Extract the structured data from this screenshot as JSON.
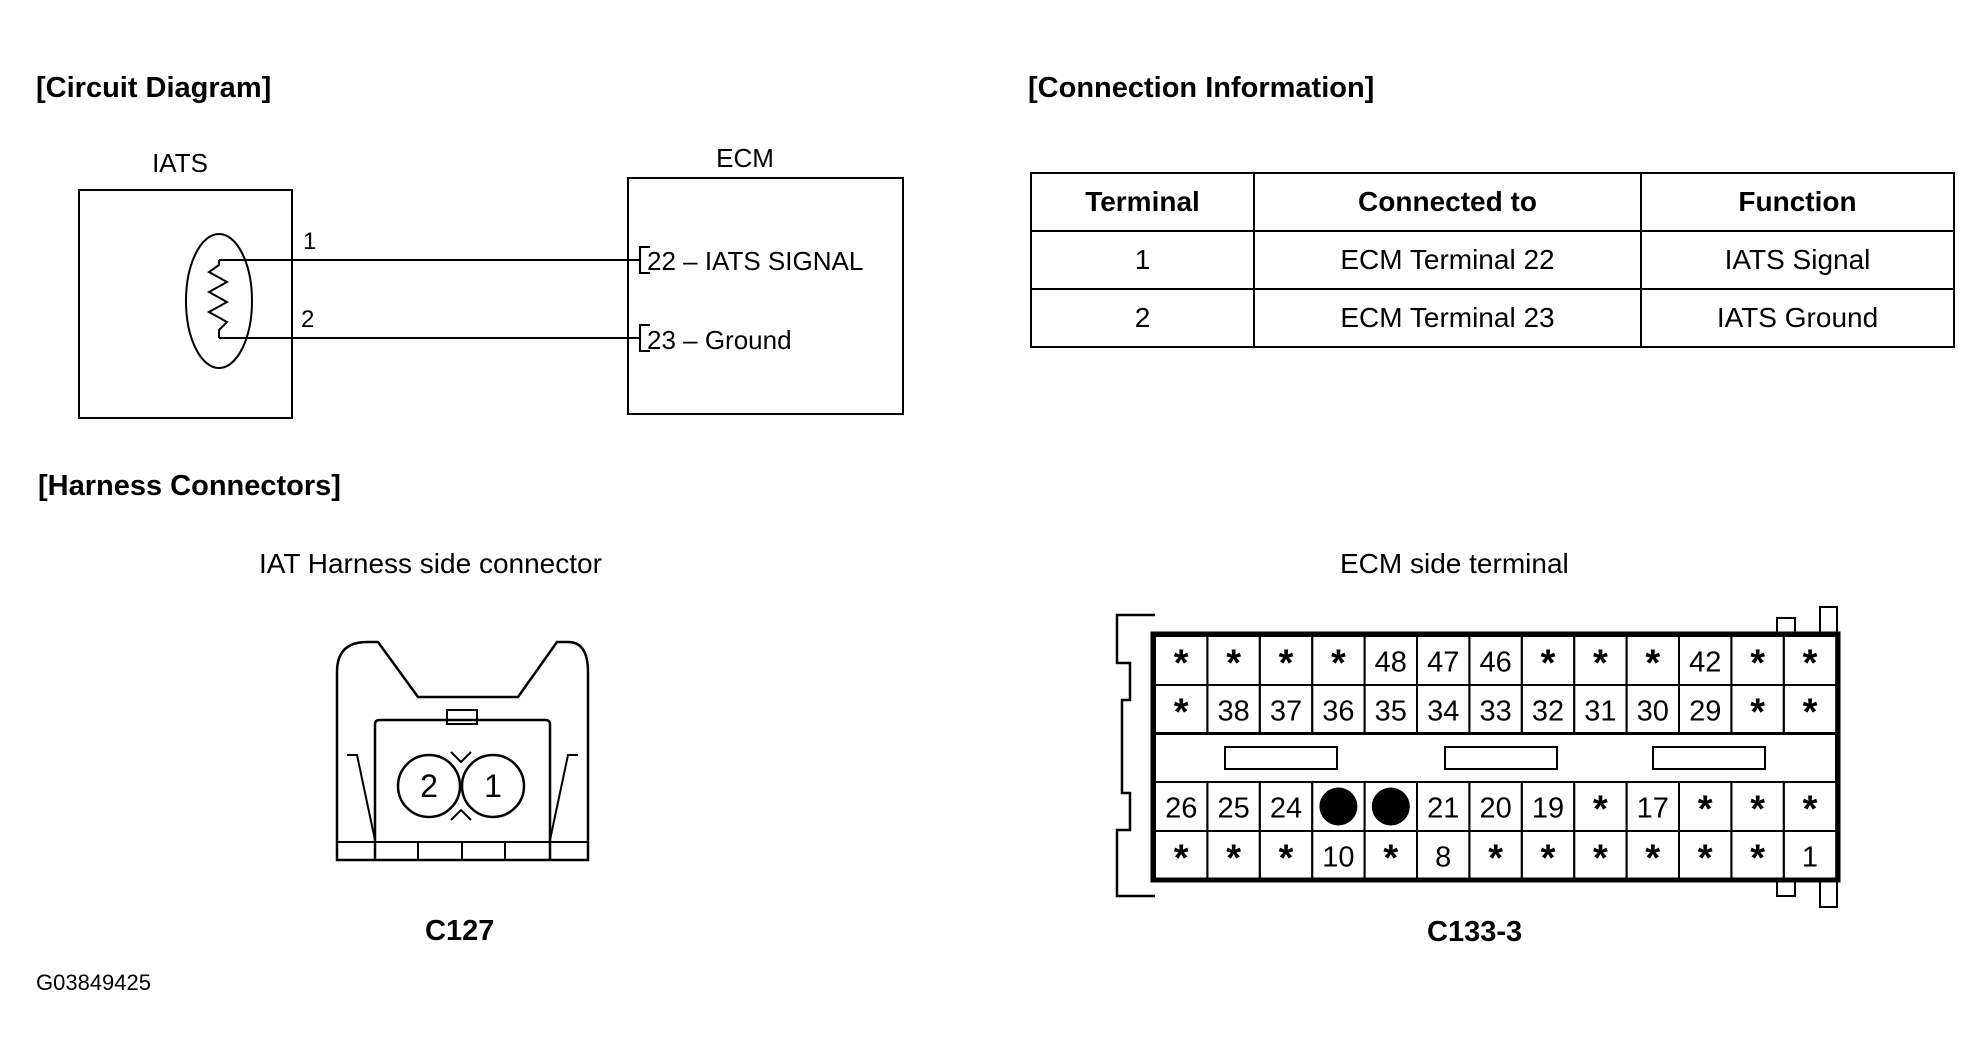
{
  "headers": {
    "circuit": "[Circuit Diagram]",
    "connection": "[Connection Information]",
    "harness": "[Harness Connectors]"
  },
  "circuit": {
    "sensor_label": "IATS",
    "ecm_label": "ECM",
    "wire1_pin": "1",
    "wire2_pin": "2",
    "ecm_pin1": "22 – IATS SIGNAL",
    "ecm_pin2": "23 – Ground"
  },
  "connection_table": {
    "columns": [
      "Terminal",
      "Connected to",
      "Function"
    ],
    "rows": [
      [
        "1",
        "ECM Terminal 22",
        "IATS Signal"
      ],
      [
        "2",
        "ECM Terminal 23",
        "IATS Ground"
      ]
    ]
  },
  "harness": {
    "iat_title": "IAT Harness side connector",
    "iat_code": "C127",
    "iat_pins": [
      "2",
      "1"
    ],
    "ecm_title": "ECM side terminal",
    "ecm_code": "C133-3",
    "ecm_rows": [
      [
        "*",
        "*",
        "*",
        "*",
        "48",
        "47",
        "46",
        "*",
        "*",
        "*",
        "42",
        "*",
        "*"
      ],
      [
        "*",
        "38",
        "37",
        "36",
        "35",
        "34",
        "33",
        "32",
        "31",
        "30",
        "29",
        "*",
        "*"
      ],
      [
        "26",
        "25",
        "24",
        "●",
        "●",
        "21",
        "20",
        "19",
        "*",
        "17",
        "*",
        "*",
        "*"
      ],
      [
        "*",
        "*",
        "*",
        "10",
        "*",
        "8",
        "*",
        "*",
        "*",
        "*",
        "*",
        "*",
        "1"
      ]
    ]
  },
  "figure_id": "G03849425"
}
